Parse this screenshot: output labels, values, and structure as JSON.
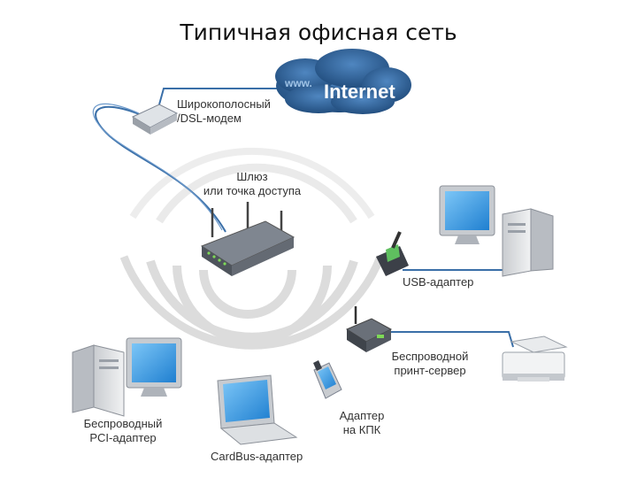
{
  "title": "Типичная офисная сеть",
  "cloud": {
    "text": "Internet",
    "prefix": "www."
  },
  "labels": {
    "modem": [
      "Широкополосный",
      "/DSL-модем"
    ],
    "gateway": [
      "Шлюз",
      "или точка доступа"
    ],
    "usb": "USB-адаптер",
    "print_server": [
      "Беспроводной",
      "принт-сервер"
    ],
    "pci": [
      "Беспроводный",
      "PCI-адаптер"
    ],
    "cardbus": "CardBus-адаптер",
    "pda": [
      "Адаптер",
      "на КПК"
    ]
  },
  "colors": {
    "cloud": "#2f5f94",
    "cable": "#3a6fa8",
    "waves": "#d8d8d8",
    "screen": "#4aa3e8",
    "device": "#9aa0a8"
  },
  "icons": [
    "cloud-icon",
    "modem-icon",
    "router-icon",
    "desktop-pc-icon",
    "usb-adapter-icon",
    "print-server-icon",
    "printer-icon",
    "laptop-icon",
    "pda-icon"
  ]
}
